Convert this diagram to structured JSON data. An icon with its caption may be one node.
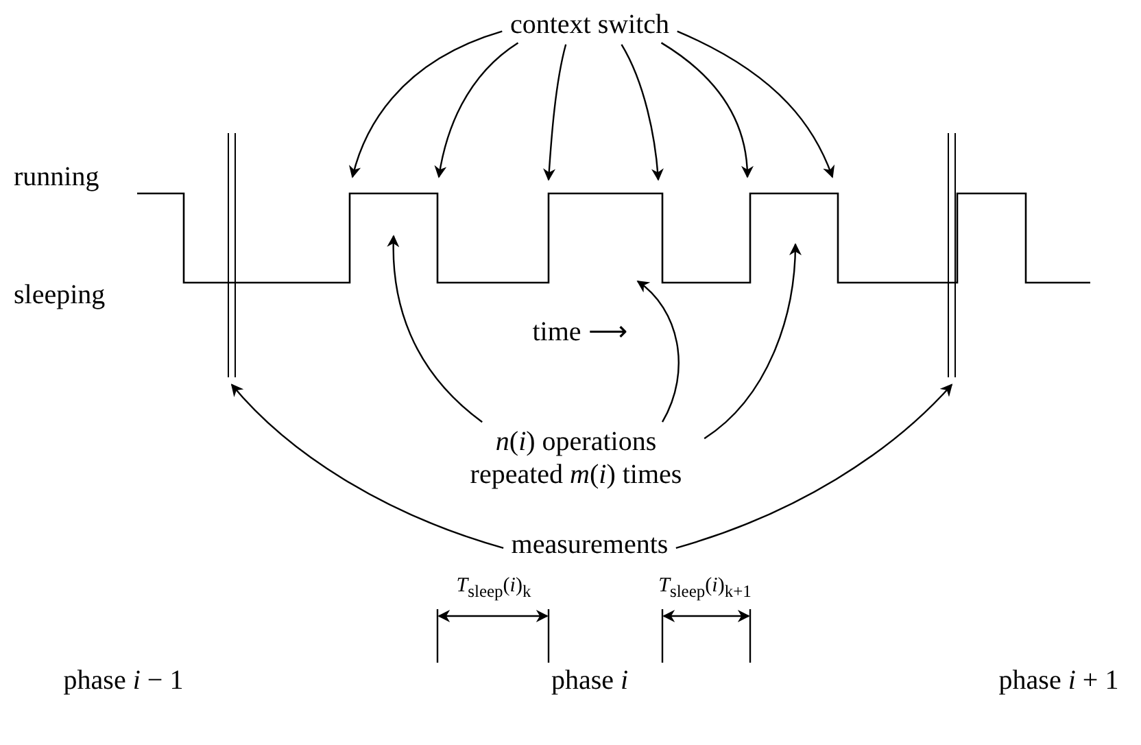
{
  "diagram": {
    "nodes": [
      {
        "text": [
          "context switch"
        ]
      },
      {
        "text": [],
        "shape": "bar"
      },
      {
        "text": [],
        "shape": "bar"
      },
      {
        "text": [
          "*n*(*i*) operations repeated *m*(*i*) times"
        ]
      },
      {
        "text": [
          "measurements"
        ]
      }
    ],
    "edges": [
      {
        "from": 0,
        "to": null,
        "arrow": "to"
      },
      {
        "from": 0,
        "to": null,
        "arrow": "to"
      },
      {
        "from": 0,
        "to": null,
        "arrow": "to"
      },
      {
        "from": 0,
        "to": null,
        "arrow": "to"
      },
      {
        "from": 0,
        "to": null,
        "arrow": "to"
      },
      {
        "from": 0,
        "to": null,
        "arrow": "to"
      },
      {
        "from": 3,
        "to": null,
        "arrow": "to"
      },
      {
        "from": 3,
        "to": null,
        "arrow": "to"
      },
      {
        "from": 3,
        "to": null,
        "arrow": "to"
      },
      {
        "from": 4,
        "to": 1,
        "arrow": "to"
      },
      {
        "from": 4,
        "to": 2,
        "arrow": "to"
      }
    ],
    "labels": [
      "running",
      "sleeping",
      "time ⟶",
      "*T*$_{sleep}$(*i*)$_{k}$",
      "*T*$_{sleep}$(*i*)$_{k+1}$",
      "phase *i* − 1",
      "phase *i*",
      "phase *i* + 1"
    ]
  }
}
